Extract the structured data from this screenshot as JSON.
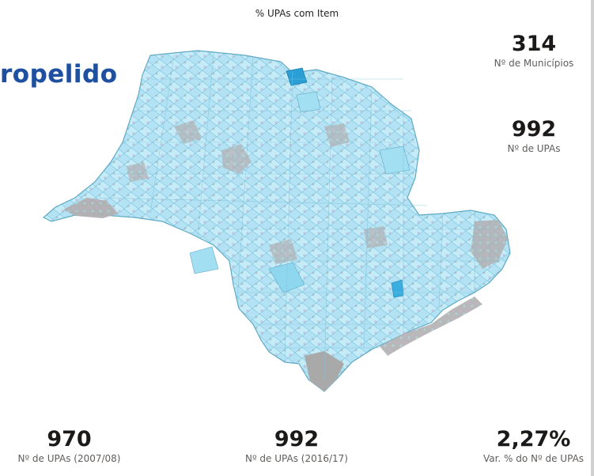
{
  "map": {
    "title": "% UPAs com Item",
    "overlay_label": "ropelido"
  },
  "kpis": {
    "municipios": {
      "value": "314",
      "label": "Nº de Municípios"
    },
    "upas": {
      "value": "992",
      "label": "Nº de UPAs"
    },
    "upas_2007": {
      "value": "970",
      "label": "Nº de UPAs (2007/08)"
    },
    "upas_2016": {
      "value": "992",
      "label": "Nº de UPAs (2016/17)"
    },
    "variacao": {
      "value": "2,27%",
      "label": "Var. % do Nº de UPAs"
    }
  },
  "colors": {
    "region_light": "#bfe9f7",
    "region_medium": "#8fd6ef",
    "region_dark": "#2a9fd6",
    "no_data": "#a8a8a8",
    "border": "#6fb7d0"
  }
}
